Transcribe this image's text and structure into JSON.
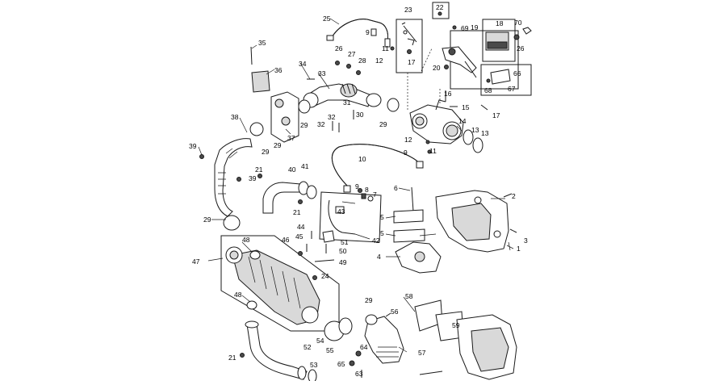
{
  "diagram": {
    "callouts": {
      "c1": "1",
      "c2": "2",
      "c3": "3",
      "c4": "4",
      "c5a": "5",
      "c5b": "5",
      "c6": "6",
      "c7": "7",
      "c8": "8",
      "c9a": "9",
      "c9b": "9",
      "c9c": "9",
      "c10": "10",
      "c11a": "11",
      "c11b": "11",
      "c12a": "12",
      "c12b": "12",
      "c13a": "13",
      "c13b": "13",
      "c14": "14",
      "c15": "15",
      "c16": "16",
      "c17a": "17",
      "c17b": "17",
      "c18": "18",
      "c19": "19",
      "c20": "20",
      "c21a": "21",
      "c21b": "21",
      "c21c": "21",
      "c22": "22",
      "c23": "23",
      "c24": "24",
      "c25": "25",
      "c26a": "26",
      "c26b": "26",
      "c27": "27",
      "c28": "28",
      "c29a": "29",
      "c29b": "29",
      "c29c": "29",
      "c29d": "29",
      "c29e": "29",
      "c30": "30",
      "c31": "31",
      "c32a": "32",
      "c32b": "32",
      "c33": "33",
      "c34": "34",
      "c35": "35",
      "c36": "36",
      "c37": "37",
      "c38": "38",
      "c39a": "39",
      "c39b": "39",
      "c40": "40",
      "c41": "41",
      "c42": "42",
      "c43": "43",
      "c44": "44",
      "c45": "45",
      "c46": "46",
      "c47": "47",
      "c48a": "48",
      "c48b": "48",
      "c49": "49",
      "c50": "50",
      "c51": "51",
      "c52": "52",
      "c53": "53",
      "c54": "54",
      "c55": "55",
      "c56": "56",
      "c57": "57",
      "c58": "58",
      "c59": "59",
      "c63": "63",
      "c64": "64",
      "c65": "65",
      "c66": "66",
      "c67": "67",
      "c68": "68",
      "c69": "69",
      "c70": "70"
    }
  }
}
